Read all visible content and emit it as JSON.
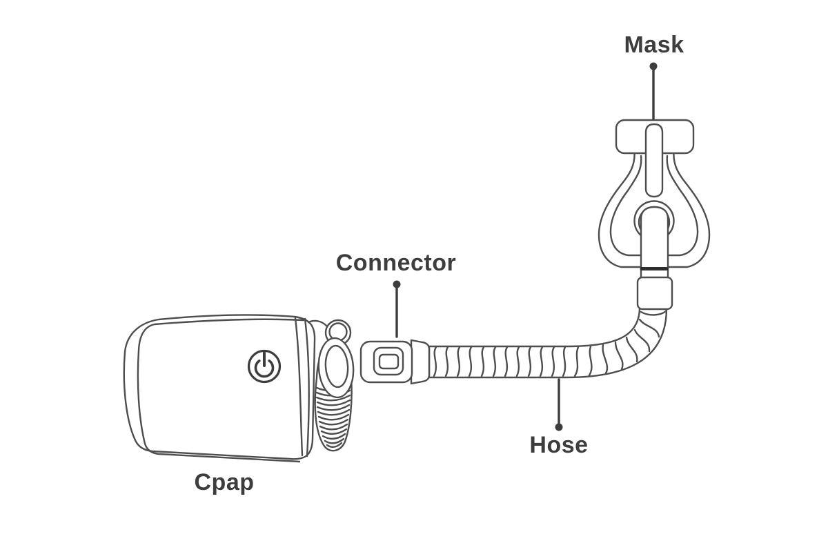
{
  "diagram": {
    "background_color": "#ffffff",
    "line_color": "#4d4d4d",
    "label_color": "#3d3d3d",
    "swivel_band_color": "#2d2d2d",
    "labels": {
      "mask": "Mask",
      "connector": "Connector",
      "hose": "Hose",
      "cpap": "Cpap"
    },
    "icons": {
      "power_button": "power-icon"
    }
  }
}
